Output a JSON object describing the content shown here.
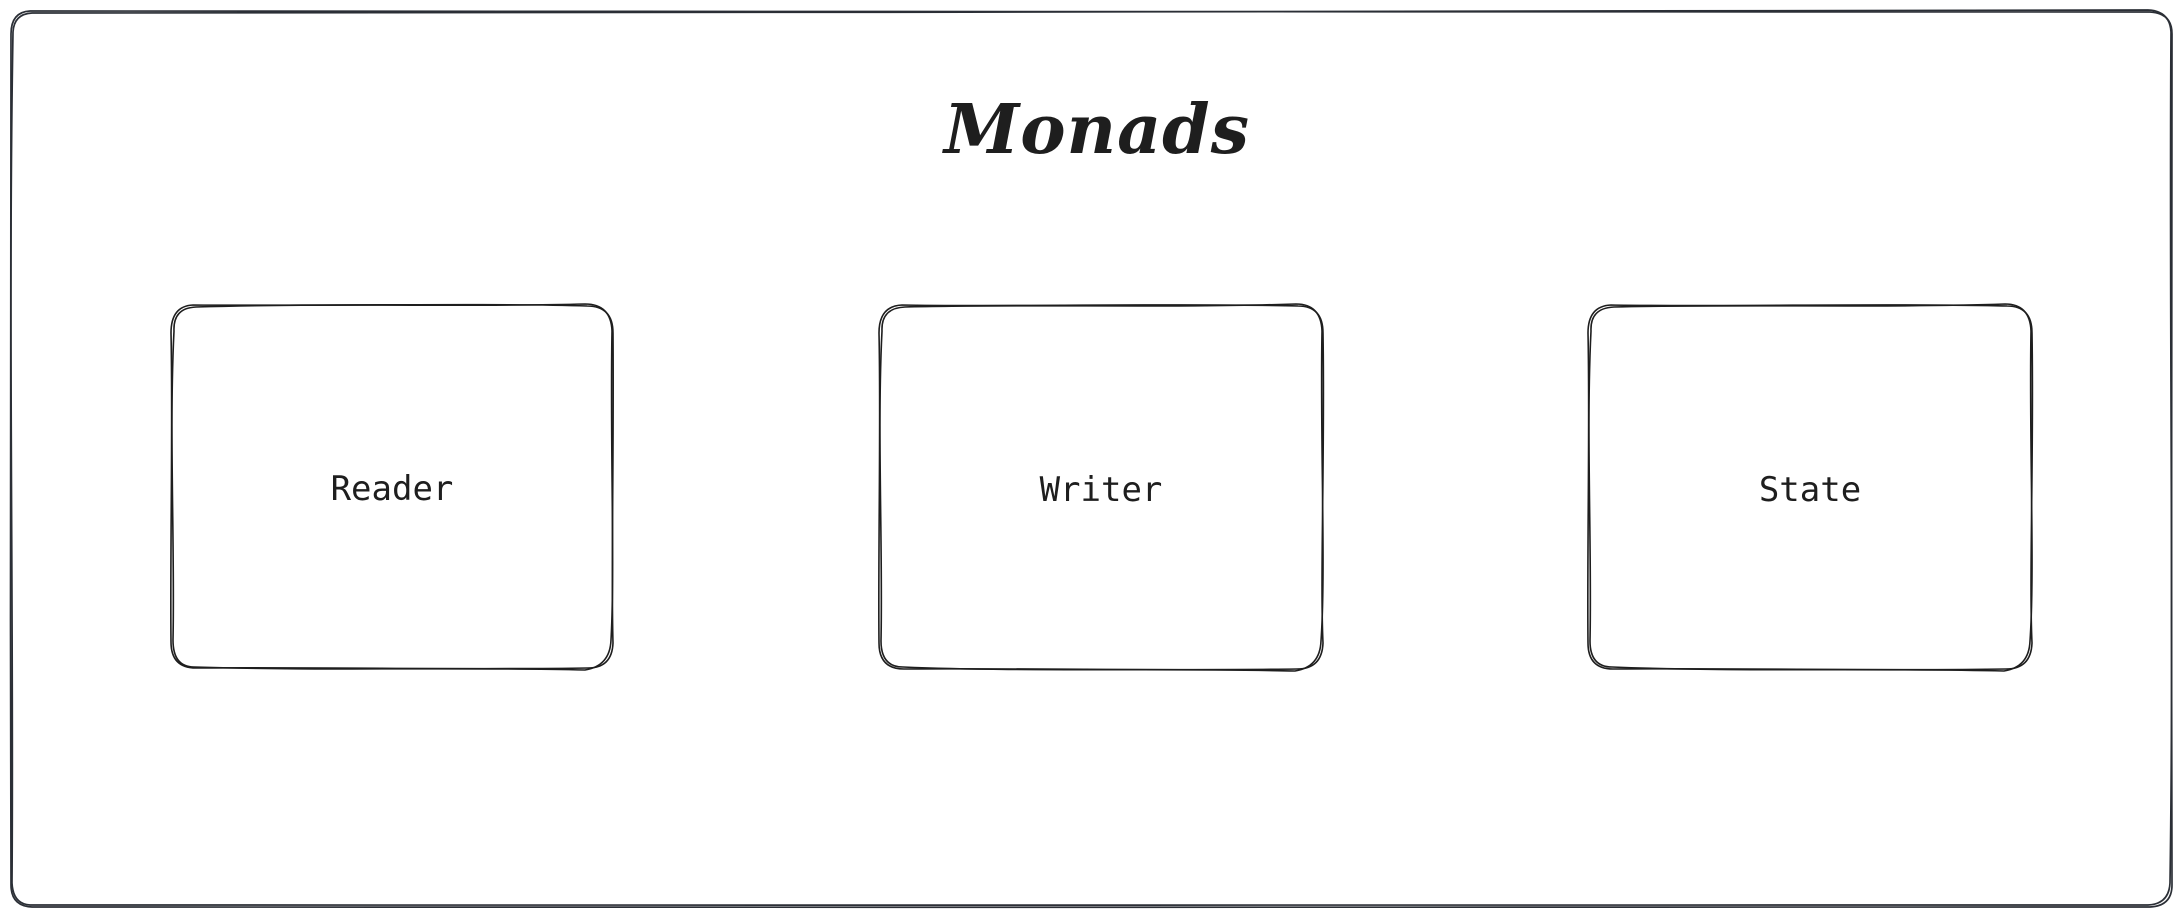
{
  "diagram": {
    "title": "Monads",
    "boxes": [
      {
        "id": "reader",
        "label": "Reader"
      },
      {
        "id": "writer",
        "label": "Writer"
      },
      {
        "id": "state",
        "label": "State"
      }
    ],
    "colors": {
      "stroke": "#1e1e1e",
      "frame_stroke": "#2b2f36",
      "background": "#ffffff"
    }
  }
}
